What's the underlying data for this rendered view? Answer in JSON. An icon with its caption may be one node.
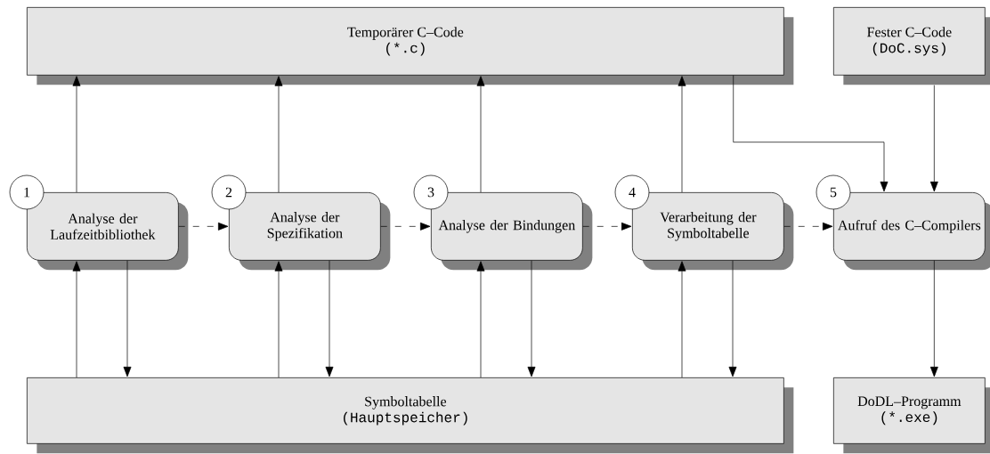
{
  "diagram": {
    "nodes": [
      {
        "text": [
          "Temporärer C–Code",
          "(*.c)"
        ]
      },
      {
        "text": [
          "Fester C–Code",
          "(DoC.sys)"
        ]
      },
      {
        "text": [
          "1"
        ]
      },
      {
        "text": [
          "Analyse der Laufzeitbibliothek"
        ]
      },
      {
        "text": [
          "2"
        ]
      },
      {
        "text": [
          "Analyse der Spezifikation"
        ]
      },
      {
        "text": [
          "3"
        ]
      },
      {
        "text": [
          "Analyse der Bindungen"
        ]
      },
      {
        "text": [
          "4"
        ]
      },
      {
        "text": [
          "Verarbeitung der Symboltabelle"
        ]
      },
      {
        "text": [
          "5"
        ]
      },
      {
        "text": [
          "Aufruf des C–Compilers"
        ]
      },
      {
        "text": [
          "Symboltabelle",
          "(Hauptspeicher)"
        ]
      },
      {
        "text": [
          "DoDL–Programm",
          "(*.exe)"
        ]
      }
    ],
    "edges": [
      {
        "from": 3,
        "to": 0,
        "arrow": "to"
      },
      {
        "from": 5,
        "to": 0,
        "arrow": "to"
      },
      {
        "from": 7,
        "to": 0,
        "arrow": "to"
      },
      {
        "from": 9,
        "to": 0,
        "arrow": "to"
      },
      {
        "from": 0,
        "to": 11,
        "arrow": "to"
      },
      {
        "from": 1,
        "to": 11,
        "arrow": "to"
      },
      {
        "from": 3,
        "to": 5,
        "arrow": "to",
        "style": "dashed"
      },
      {
        "from": 5,
        "to": 7,
        "arrow": "to",
        "style": "dashed"
      },
      {
        "from": 7,
        "to": 9,
        "arrow": "to",
        "style": "dashed"
      },
      {
        "from": 9,
        "to": 11,
        "arrow": "to",
        "style": "dashed"
      },
      {
        "from": 12,
        "to": 3,
        "arrow": "to"
      },
      {
        "from": 3,
        "to": 12,
        "arrow": "to"
      },
      {
        "from": 12,
        "to": 5,
        "arrow": "to"
      },
      {
        "from": 5,
        "to": 12,
        "arrow": "to"
      },
      {
        "from": 12,
        "to": 7,
        "arrow": "to"
      },
      {
        "from": 7,
        "to": 12,
        "arrow": "to"
      },
      {
        "from": 12,
        "to": 9,
        "arrow": "to"
      },
      {
        "from": 9,
        "to": 12,
        "arrow": "to"
      },
      {
        "from": 11,
        "to": 13,
        "arrow": "to"
      }
    ]
  }
}
